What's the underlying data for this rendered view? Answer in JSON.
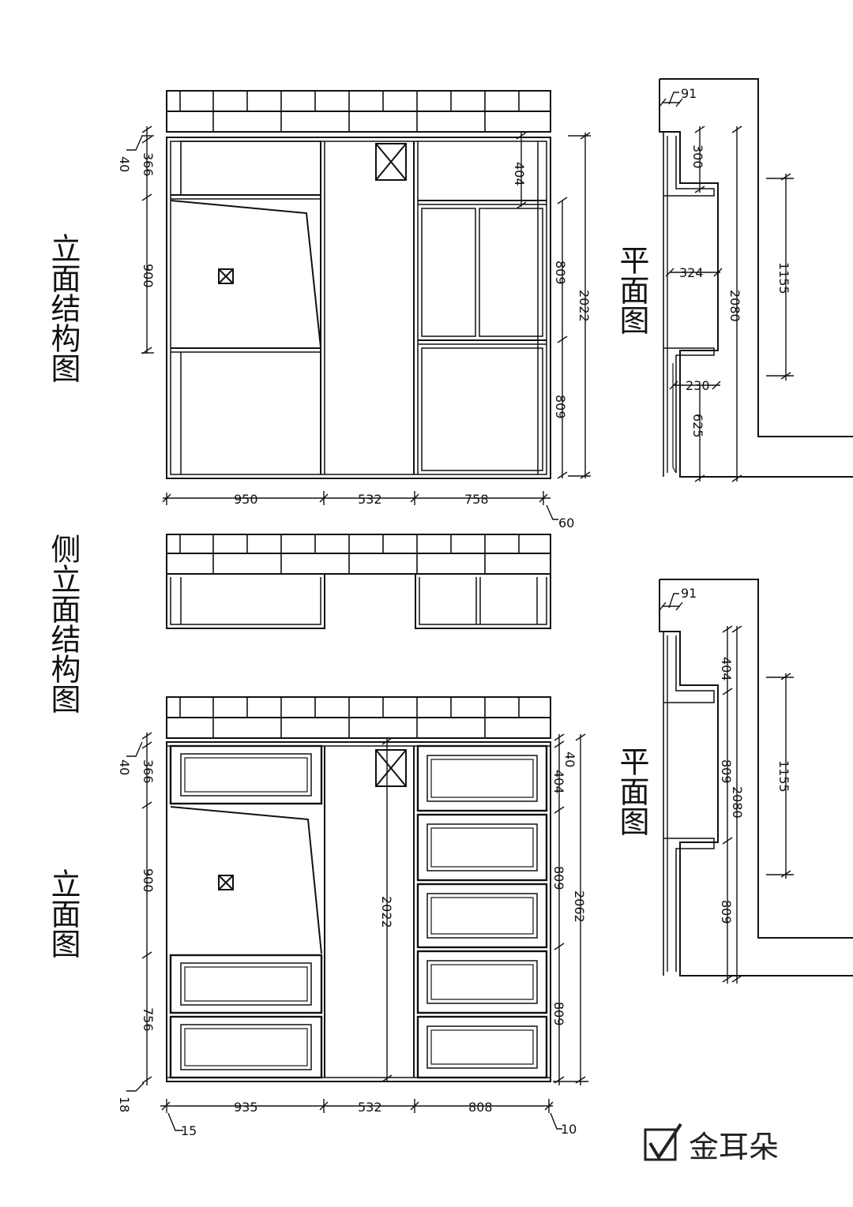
{
  "titles": {
    "elevation_structure": "立面结构图",
    "side_elevation_structure": "侧立面结构图",
    "elevation": "立面图",
    "plan_top": "平面图",
    "plan_bottom": "平面图"
  },
  "dims": {
    "top_left_40": "40",
    "top_366": "366",
    "top_900": "900",
    "top_404": "404",
    "top_809a": "809",
    "top_809b": "809",
    "top_2022": "2022",
    "top_950": "950",
    "top_532": "532",
    "top_758": "758",
    "top_60": "60",
    "plan1_91": "91",
    "plan1_300": "300",
    "plan1_324": "324",
    "plan1_230": "230",
    "plan1_625": "625",
    "plan1_2080": "2080",
    "plan1_1155": "1155",
    "bot_40a": "40",
    "bot_366": "366",
    "bot_900": "900",
    "bot_756": "756",
    "bot_18": "18",
    "bot_2022": "2022",
    "bot_40b": "40",
    "bot_404": "404",
    "bot_809a": "809",
    "bot_809b": "809",
    "bot_2062": "2062",
    "bot_935": "935",
    "bot_532": "532",
    "bot_808": "808",
    "bot_15": "15",
    "bot_10": "10",
    "plan2_91": "91",
    "plan2_404": "404",
    "plan2_809a": "809",
    "plan2_2080": "2080",
    "plan2_1155": "1155",
    "plan2_809b": "809"
  },
  "brand": {
    "name": "金耳朵",
    "icon": "check-box-icon"
  }
}
